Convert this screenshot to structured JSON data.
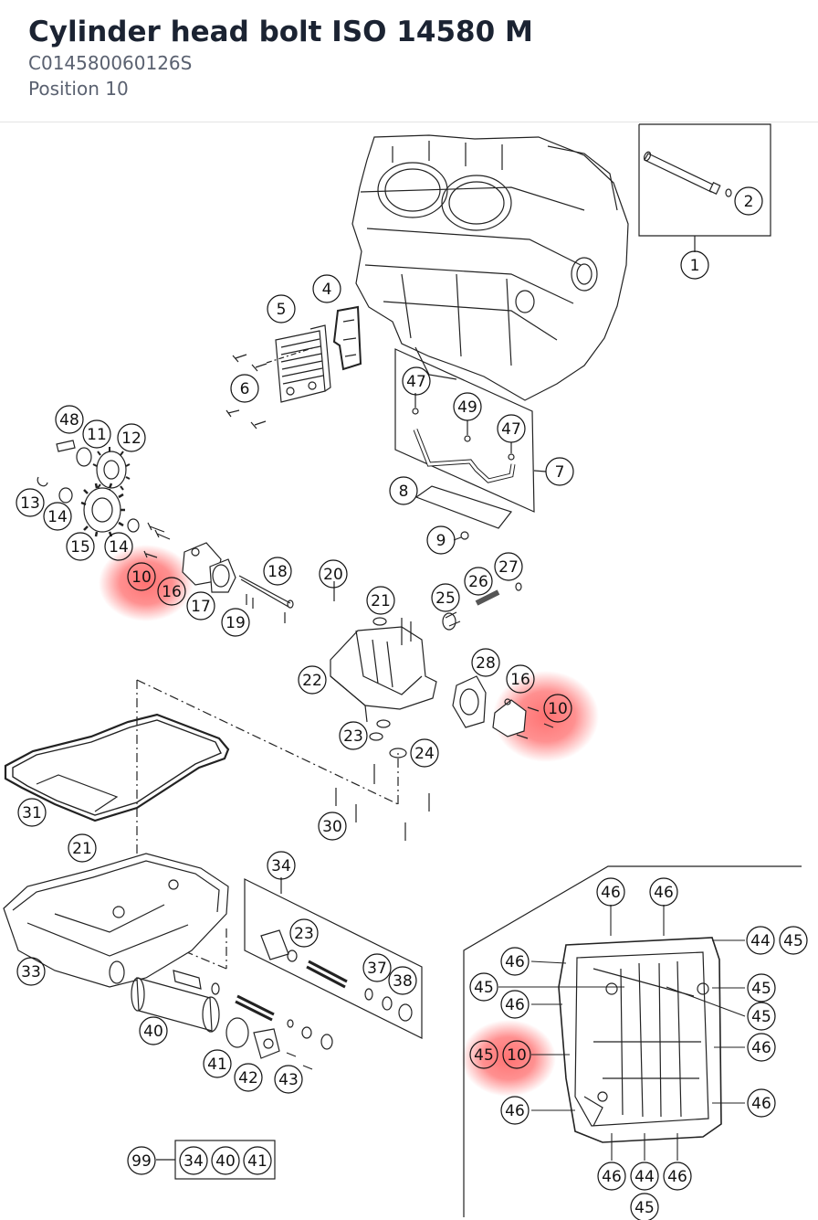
{
  "header": {
    "title": "Cylinder head bolt ISO 14580 M",
    "part_number": "C014580060126S",
    "position": "Position 10"
  },
  "diagram": {
    "highlight_color": "#ff6b6b",
    "highlighted_position": "10",
    "callouts": [
      "1",
      "2",
      "4",
      "5",
      "6",
      "7",
      "8",
      "9",
      "10",
      "11",
      "12",
      "13",
      "14",
      "15",
      "16",
      "17",
      "18",
      "19",
      "20",
      "21",
      "22",
      "23",
      "24",
      "25",
      "26",
      "27",
      "28",
      "30",
      "31",
      "33",
      "34",
      "37",
      "38",
      "40",
      "41",
      "42",
      "43",
      "44",
      "45",
      "46",
      "47",
      "48",
      "49",
      "99"
    ],
    "kit_group": {
      "id": "99",
      "members": [
        "34",
        "40",
        "41"
      ]
    }
  }
}
